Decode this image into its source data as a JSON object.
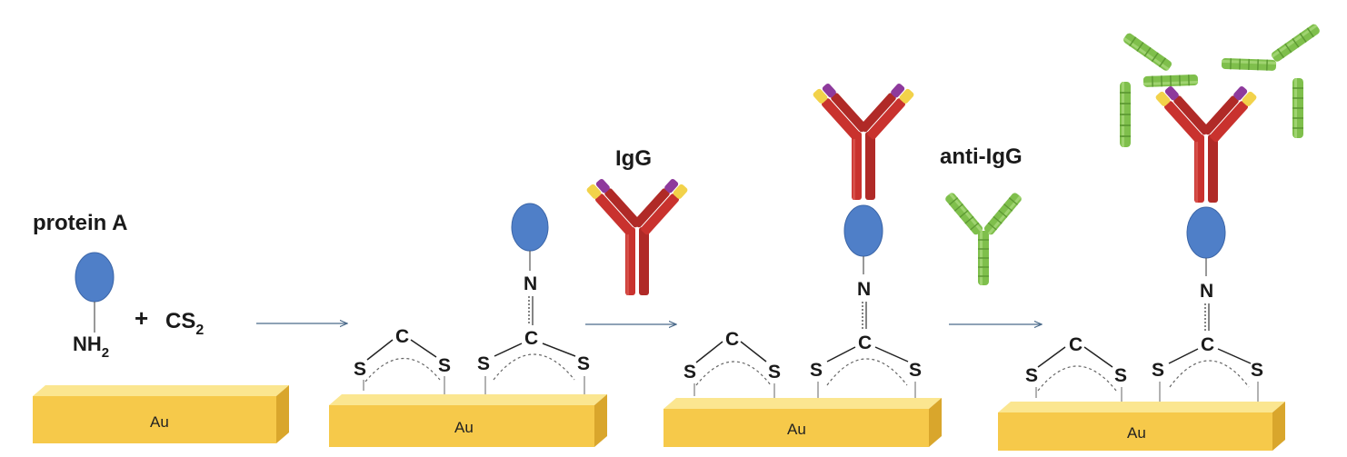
{
  "labels": {
    "protein_a": "protein A",
    "nh": "NH",
    "nh_sub": "2",
    "plus": "+",
    "cs": "CS",
    "cs_sub": "2",
    "igg": "IgG",
    "anti_igg": "anti-IgG"
  },
  "surface_label": "Au",
  "atoms": {
    "carbon": "C",
    "sulfur": "S",
    "nitrogen": "N"
  },
  "colors": {
    "gold_top": "#fbe690",
    "gold_front": "#f6c94a",
    "gold_side": "#d9a62c",
    "protein": "#4f7fc8",
    "igg_red": "#c9322e",
    "igg_yellow": "#f2d24a",
    "igg_purple": "#8e3a9c",
    "anti_igg_green": "#7fbf4c",
    "arrow": "#4a6a8a"
  }
}
